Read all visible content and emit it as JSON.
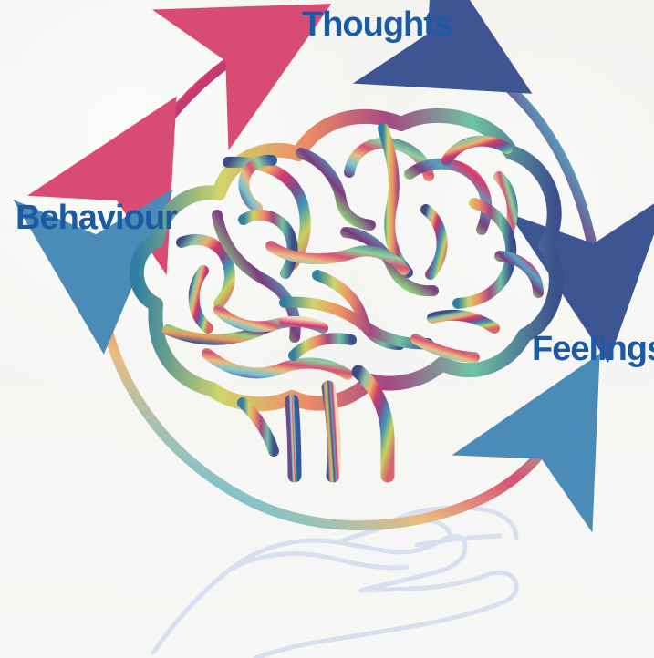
{
  "labels": {
    "thoughts": "Thoughts",
    "behaviour": "Behaviour",
    "feelings": "Feelings"
  },
  "icons": {
    "brain": "brain-icon",
    "hand": "open-hand-icon",
    "cycle_arrows": "cycle-arrows-icon"
  },
  "colors": {
    "label_blue": "#1c5aa4",
    "hand_outline": "#d8e0f0"
  }
}
